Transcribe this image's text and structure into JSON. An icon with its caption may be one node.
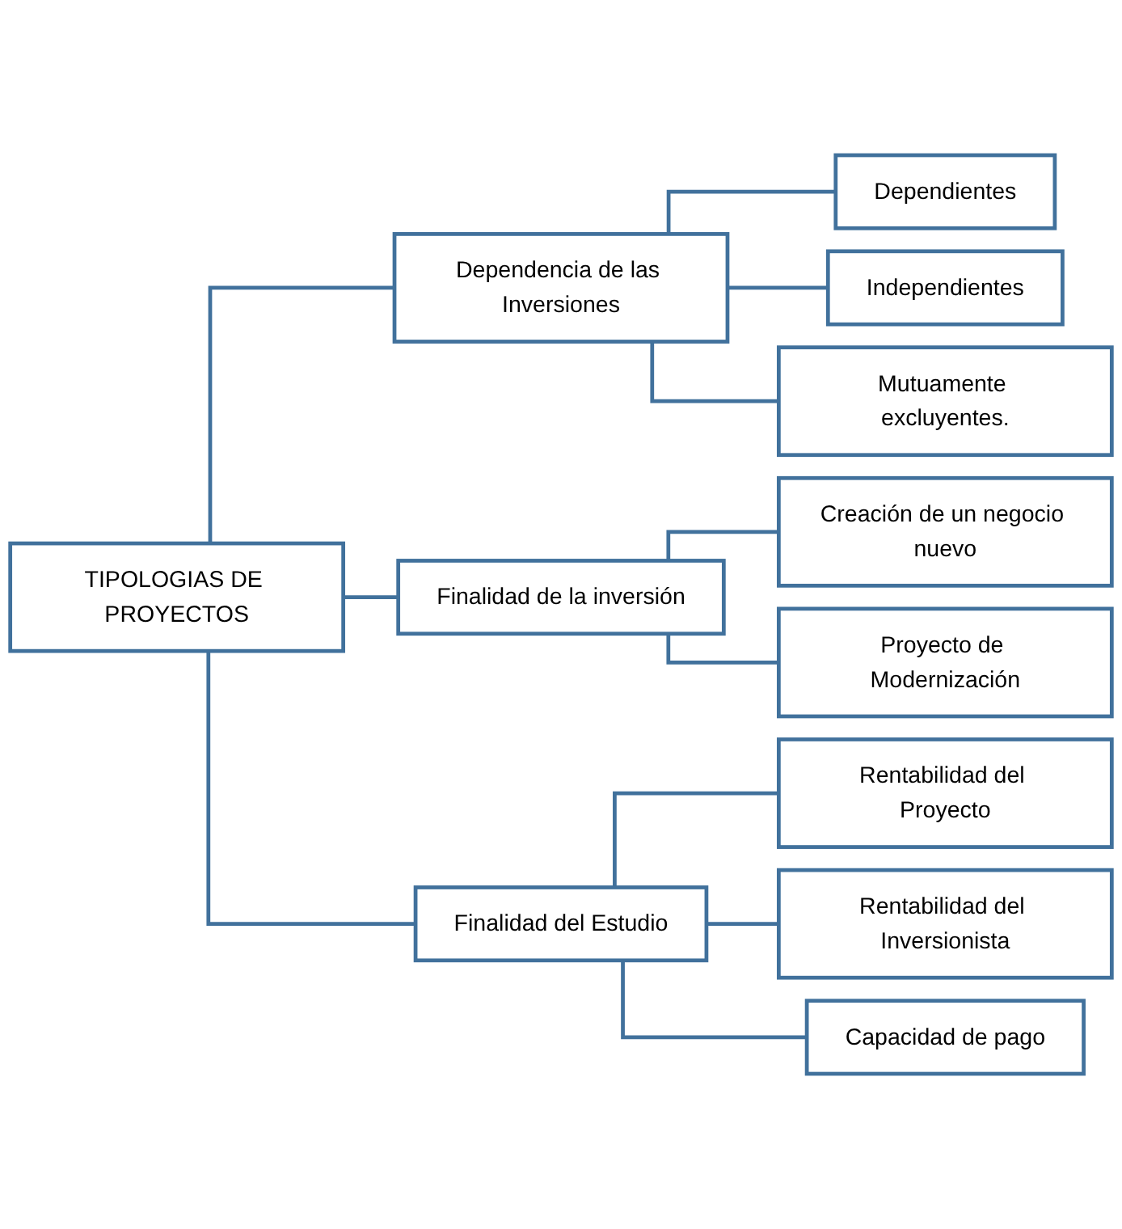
{
  "diagram": {
    "nodes": [
      {
        "text": [
          "TIPOLOGIAS DE PROYECTOS"
        ]
      },
      {
        "text": [
          "Dependencia de las Inversiones"
        ]
      },
      {
        "text": [
          "Dependientes"
        ]
      },
      {
        "text": [
          "Independientes"
        ]
      },
      {
        "text": [
          "Mutuamente excluyentes."
        ]
      },
      {
        "text": [
          "Finalidad de la inversión"
        ]
      },
      {
        "text": [
          "Creación de un negocio nuevo"
        ]
      },
      {
        "text": [
          "Proyecto de Modernización"
        ]
      },
      {
        "text": [
          "Finalidad del Estudio"
        ]
      },
      {
        "text": [
          "Rentabilidad del Proyecto"
        ]
      },
      {
        "text": [
          "Rentabilidad del Inversionista"
        ]
      },
      {
        "text": [
          "Capacidad de pago"
        ]
      }
    ],
    "edges": [
      {
        "from": 0,
        "to": 1,
        "arrow": "none"
      },
      {
        "from": 0,
        "to": 5,
        "arrow": "none"
      },
      {
        "from": 0,
        "to": 8,
        "arrow": "none"
      },
      {
        "from": 1,
        "to": 2,
        "arrow": "none"
      },
      {
        "from": 1,
        "to": 3,
        "arrow": "none"
      },
      {
        "from": 1,
        "to": 4,
        "arrow": "none"
      },
      {
        "from": 5,
        "to": 6,
        "arrow": "none"
      },
      {
        "from": 5,
        "to": 7,
        "arrow": "none"
      },
      {
        "from": 8,
        "to": 9,
        "arrow": "none"
      },
      {
        "from": 8,
        "to": 10,
        "arrow": "none"
      },
      {
        "from": 8,
        "to": 11,
        "arrow": "none"
      }
    ]
  }
}
